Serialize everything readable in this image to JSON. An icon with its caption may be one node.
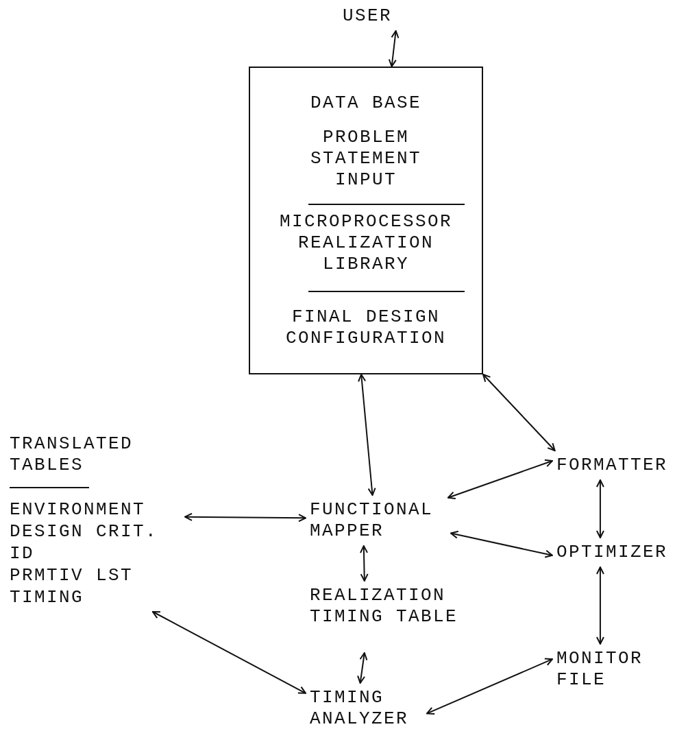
{
  "diagram": {
    "nodes": [
      {
        "text": [
          "USER"
        ]
      },
      {
        "text": [
          "DATA BASE",
          "PROBLEM STATEMENT INPUT",
          "MICROPROCESSOR REALIZATION LIBRARY",
          "FINAL DESIGN CONFIGURATION"
        ]
      },
      {
        "text": [
          "TRANSLATED TABLES",
          "ENVIRONMENT",
          "DESIGN CRIT.",
          "ID",
          "PRMTIV LST",
          "TIMING"
        ]
      },
      {
        "text": [
          "FUNCTIONAL MAPPER"
        ]
      },
      {
        "text": [
          "FORMATTER"
        ]
      },
      {
        "text": [
          "OPTIMIZER"
        ]
      },
      {
        "text": [
          "REALIZATION TIMING TABLE"
        ]
      },
      {
        "text": [
          "MONITOR FILE"
        ]
      },
      {
        "text": [
          "TIMING ANALYZER"
        ]
      }
    ],
    "edges": [
      {
        "from": 0,
        "to": 1,
        "arrow": "both"
      },
      {
        "from": 1,
        "to": 3,
        "arrow": "both"
      },
      {
        "from": 1,
        "to": 4,
        "arrow": "both"
      },
      {
        "from": 3,
        "to": 4,
        "arrow": "both"
      },
      {
        "from": 2,
        "to": 3,
        "arrow": "both"
      },
      {
        "from": 3,
        "to": 5,
        "arrow": "both"
      },
      {
        "from": 4,
        "to": 5,
        "arrow": "both"
      },
      {
        "from": 3,
        "to": 6,
        "arrow": "both"
      },
      {
        "from": 6,
        "to": 8,
        "arrow": "both"
      },
      {
        "from": 5,
        "to": 7,
        "arrow": "both"
      },
      {
        "from": 8,
        "to": 7,
        "arrow": "both"
      },
      {
        "from": 2,
        "to": 8,
        "arrow": "both"
      }
    ]
  }
}
